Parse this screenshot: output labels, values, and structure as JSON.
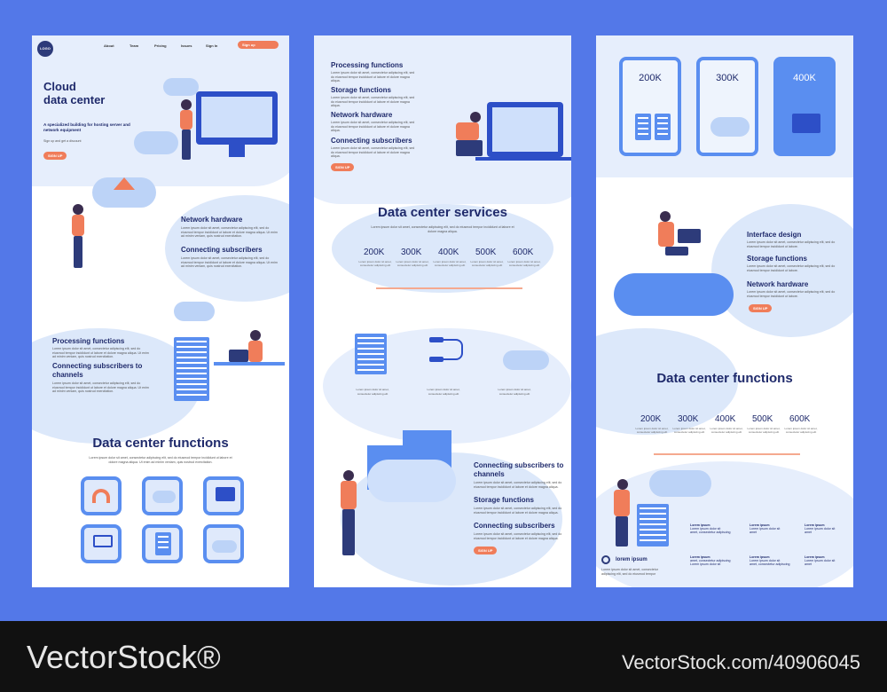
{
  "panel1": {
    "logo": "LOGO",
    "nav": [
      "About",
      "Team",
      "Pricing",
      "Issues",
      "Sign In"
    ],
    "nav_button": "Sign up",
    "hero_title": "Cloud\ndata center",
    "hero_subtitle": "A specialized building for hosting server and network equipment",
    "hero_small": "Sign up and get a discount",
    "hero_button": "SIGN UP",
    "section2": [
      "Network hardware",
      "Connecting subscribers"
    ],
    "section3": [
      "Processing functions",
      "Connecting subscribers to channels"
    ],
    "functions_title": "Data center functions",
    "lorem": "Lorem ipsum dolor sit amet, consectetur adipiscing elit, sed do eiusmod tempor incididunt ut labore et dolore magna aliqua. Ut enim ad minim veniam, quis nostrud exercitation."
  },
  "panel2": {
    "features": [
      "Processing functions",
      "Storage functions",
      "Network hardware",
      "Connecting subscribers"
    ],
    "button": "SIGN UP",
    "services_title": "Data center services",
    "stats": [
      "200K",
      "300K",
      "400K",
      "500K",
      "600K"
    ],
    "stat_text": "Lorem ipsum dolor sit amet, consectetur adipiscing elit",
    "bottom_features": [
      "Connecting subscribers to channels",
      "Storage functions",
      "Connecting subscribers"
    ],
    "bottom_button": "SIGN UP",
    "lorem": "Lorem ipsum dolor sit amet, consectetur adipiscing elit, sed do eiusmod tempor incididunt ut labore et dolore magna aliqua."
  },
  "panel3": {
    "prices": [
      "200K",
      "300K",
      "400K"
    ],
    "features": [
      "Interface design",
      "Storage functions",
      "Network hardware"
    ],
    "button": "SIGN UP",
    "functions_title": "Data center functions",
    "stats": [
      "200K",
      "300K",
      "400K",
      "500K",
      "600K"
    ],
    "stat_text": "Lorem ipsum dolor sit amet, consectetur adipiscing elit",
    "footer_brand": "lorem ipsum",
    "footer_text": "Lorem ipsum dolor sit amet, consectetur adipiscing elit, sed do eiusmod tempor",
    "footer_col_title": "Lorem ipsum",
    "footer_col_items": [
      "Lorem ipsum dolor sit",
      "amet, consectetur adipiscing",
      "Lorem ipsum dolor sit",
      "amet"
    ],
    "lorem": "Lorem ipsum dolor sit amet, consectetur adipiscing elit, sed do eiusmod tempor incididunt ut labore."
  },
  "watermark": {
    "left": "VectorStock®",
    "right": "VectorStock.com/40906045"
  },
  "colors": {
    "background": "#5378e8",
    "accent": "#f07d5a",
    "title": "#1f2a6b",
    "tile_border": "#5a8ef0"
  }
}
